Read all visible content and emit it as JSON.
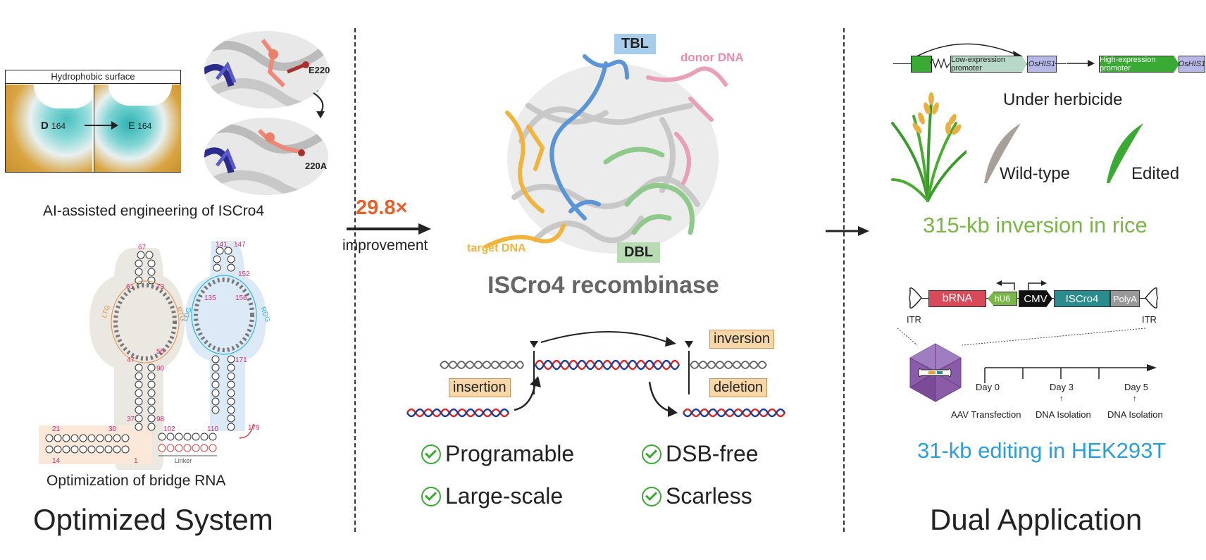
{
  "left": {
    "hydrophobic_title": "Hydrophobic surface",
    "residue_before": "D",
    "residue_before_num": "164",
    "residue_after": "E",
    "residue_after_num": "164",
    "label_e220": "E220",
    "label_220a": "220A",
    "ai_caption": "AI-assisted engineering of ISCro4",
    "rna_caption": "Optimization of bridge RNA",
    "section_title": "Optimized System",
    "rna_numbers": [
      "67",
      "61",
      "73",
      "47",
      "55",
      "90",
      "37",
      "98",
      "102",
      "110",
      "179",
      "135",
      "156",
      "141",
      "147",
      "152",
      "171",
      "21",
      "30",
      "14",
      "1"
    ],
    "rna_loops": [
      "LTG",
      "RTG",
      "LDG",
      "RDG"
    ],
    "linker": "Linker"
  },
  "middle": {
    "fold": "29.8×",
    "improvement": "improvement",
    "tbl": "TBL",
    "dbl": "DBL",
    "donor_dna": "donor DNA",
    "target_dna": "target DNA",
    "title": "ISCro4 recombinase",
    "tags": {
      "inversion": "inversion",
      "insertion": "insertion",
      "deletion": "deletion"
    },
    "features": [
      "Programable",
      "Large-scale",
      "DSB-free",
      "Scarless"
    ]
  },
  "right": {
    "low_promoter": "Low-expression promoter",
    "high_promoter": "High-expression promoter",
    "gene": "OsHIS1",
    "under_herbicide": "Under herbicide",
    "wild_type": "Wild-type",
    "edited": "Edited",
    "rice_result": "315-kb inversion in rice",
    "construct": {
      "brna": "bRNA",
      "hu6": "hU6",
      "cmv": "CMV",
      "iscro4": "ISCro4",
      "polya": "PolyA",
      "itr": "ITR"
    },
    "timeline": {
      "day0": "Day 0",
      "day3": "Day 3",
      "day5": "Day 5",
      "s0": "AAV Transfection",
      "s3": "DNA Isolation",
      "s5": "DNA Isolation"
    },
    "hek_result": "31-kb editing in HEK293T",
    "section_title": "Dual Application"
  },
  "colors": {
    "orange": "#e8602c",
    "green": "#7ab648",
    "blue": "#2c9fd9",
    "tbl": "#a7cdeb",
    "dbl": "#b9dbb4"
  }
}
